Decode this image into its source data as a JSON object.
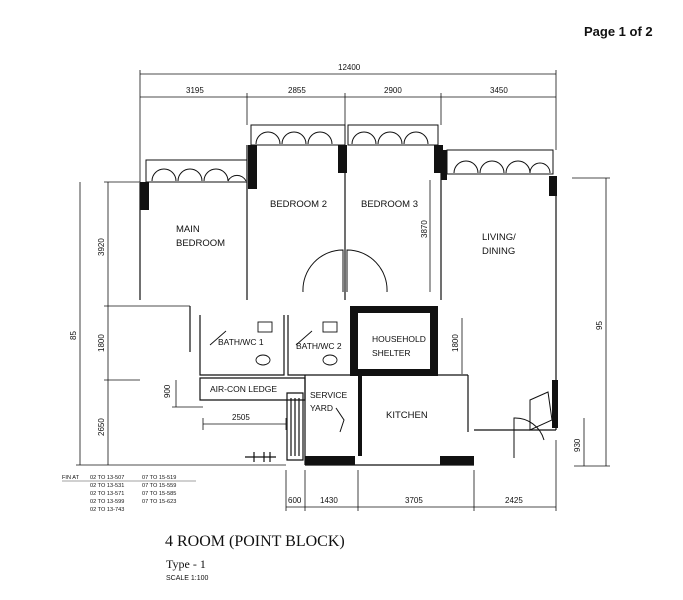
{
  "page_number": "Page 1 of 2",
  "plan": {
    "title": "4 ROOM (POINT BLOCK)",
    "type": "Type - 1",
    "scale": "SCALE 1:100"
  },
  "rooms": {
    "main_bedroom_1": "MAIN",
    "main_bedroom_2": "BEDROOM",
    "bedroom2": "BEDROOM 2",
    "bedroom3": "BEDROOM 3",
    "living_1": "LIVING/",
    "living_2": "DINING",
    "bath1": "BATH/WC 1",
    "bath2": "BATH/WC 2",
    "shelter_1": "HOUSEHOLD",
    "shelter_2": "SHELTER",
    "aircon": "AIR-CON LEDGE",
    "service_1": "SERVICE",
    "service_2": "YARD",
    "kitchen": "KITCHEN"
  },
  "dimensions": {
    "total_width": "12400",
    "top": [
      "3195",
      "2855",
      "2900",
      "3450"
    ],
    "bottom": [
      "600",
      "1430",
      "3705",
      "2425"
    ],
    "left_outer": "85",
    "left": [
      "3920",
      "1800",
      "2650"
    ],
    "left_small": "900",
    "aircon_width": "2505",
    "bedroom3_height": "3870",
    "shelter_height": "1800",
    "right_small": "930",
    "right_outer": "95"
  },
  "fin_table": {
    "label": "FIN AT",
    "col1": [
      "02 TO 13-507",
      "02 TO 13-531",
      "02 TO 13-571",
      "02 TO 13-599",
      "02 TO 13-743"
    ],
    "col2": [
      "07 TO 15-519",
      "07 TO 15-559",
      "07 TO 15-585",
      "07 TO 15-623"
    ]
  }
}
